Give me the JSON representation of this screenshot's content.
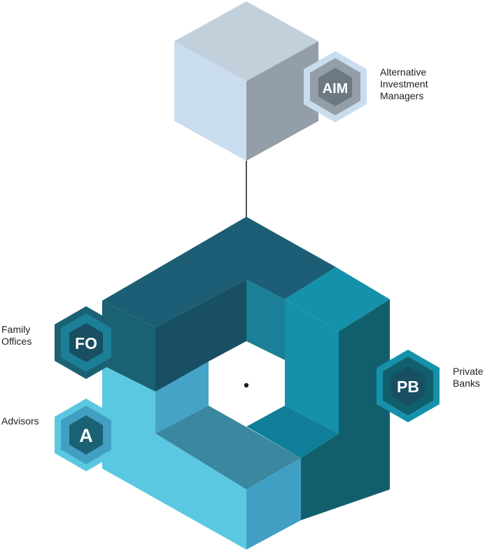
{
  "colors": {
    "aim_top": "#c2d0dc",
    "aim_left": "#c9ddef",
    "aim_right": "#939ea8",
    "ring_top_dark": "#1b5e75",
    "ring_left_face": "#1b6174",
    "ring_right_top": "#1691ab",
    "ring_right_side": "#115f6c",
    "ring_bottom_light": "#5bc8e2",
    "ring_bottom_front": "#429fc4",
    "ring_inner_mid": "#3a88a0",
    "connector": "#1a1a1a"
  },
  "nodes": [
    {
      "id": "aim",
      "badge": "AIM",
      "label_lines": [
        "Alternative",
        "Investment",
        "Managers"
      ]
    },
    {
      "id": "fo",
      "badge": "FO",
      "label_lines": [
        "Family",
        "Offices"
      ]
    },
    {
      "id": "a",
      "badge": "A",
      "label_lines": [
        "Advisors"
      ]
    },
    {
      "id": "pb",
      "badge": "PB",
      "label_lines": [
        "Private",
        "Banks"
      ]
    }
  ]
}
